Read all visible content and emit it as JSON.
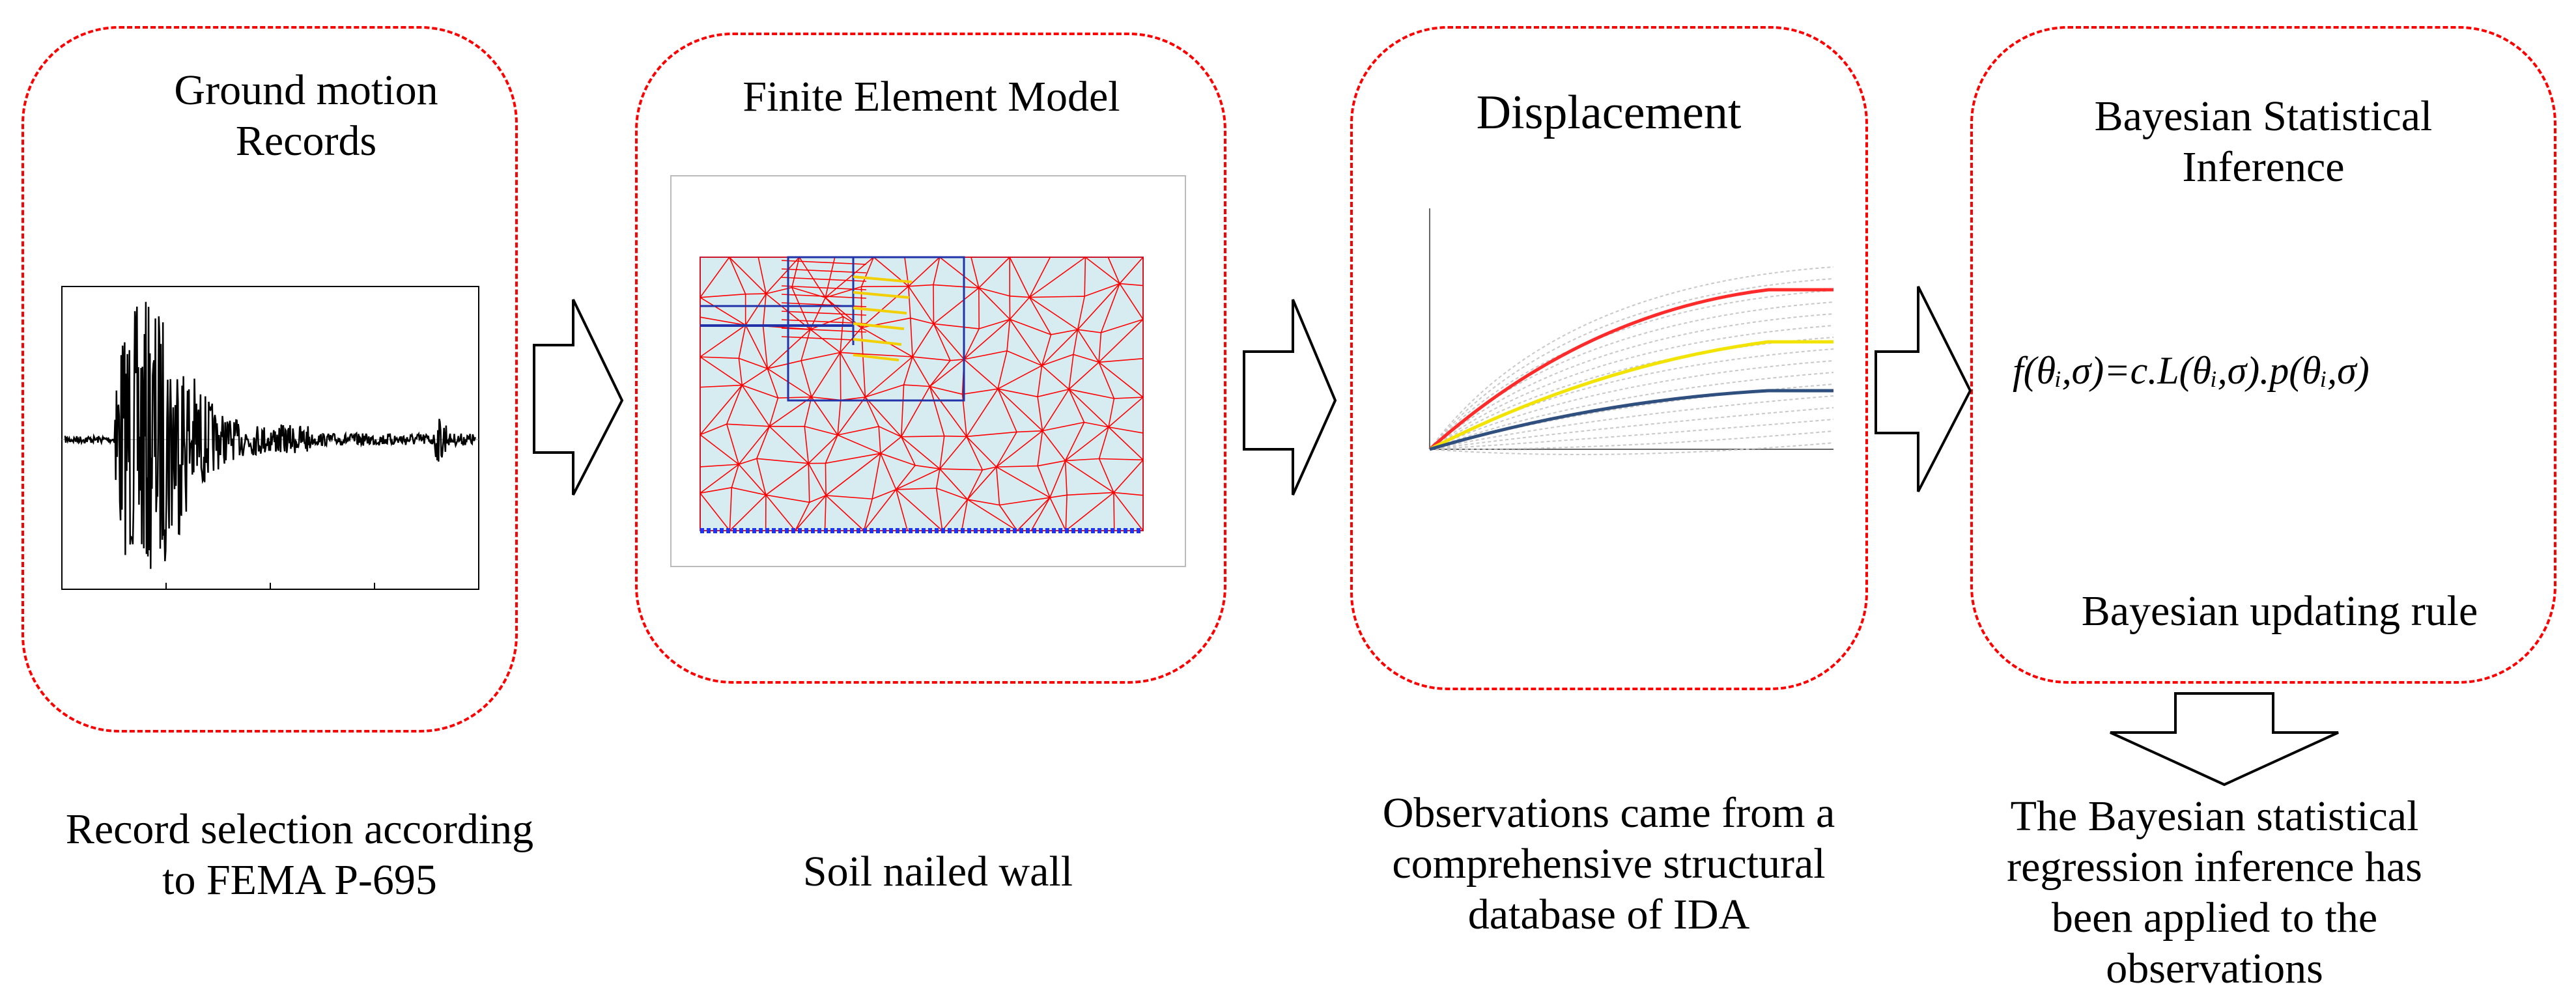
{
  "stages": [
    {
      "title_line1": "Ground motion",
      "title_line2": "Records",
      "caption_line1": "Record selection according",
      "caption_line2": "to FEMA P-695"
    },
    {
      "title": "Finite Element Model",
      "caption": "Soil nailed wall"
    },
    {
      "title": "Displacement",
      "caption_line1": "Observations came from a",
      "caption_line2": "comprehensive structural",
      "caption_line3": "database of IDA"
    },
    {
      "title_line1": "Bayesian Statistical",
      "title_line2": "Inference",
      "formula": "f(θᵢ,σ)=c.L(θᵢ,σ).p(θᵢ,σ)",
      "footer": "Bayesian updating rule",
      "caption_line1": "The Bayesian statistical",
      "caption_line2": "regression inference has",
      "caption_line3": "been applied to the",
      "caption_line4": "observations"
    }
  ],
  "colors": {
    "box_border": "#ff0000",
    "mesh": "#ff0000",
    "mesh_bg": "#d6ecf1",
    "curve_red": "#ff2a2a",
    "curve_yellow": "#f2e400",
    "curve_blue": "#2f4f7f",
    "curve_gray": "#c8c8c8"
  }
}
